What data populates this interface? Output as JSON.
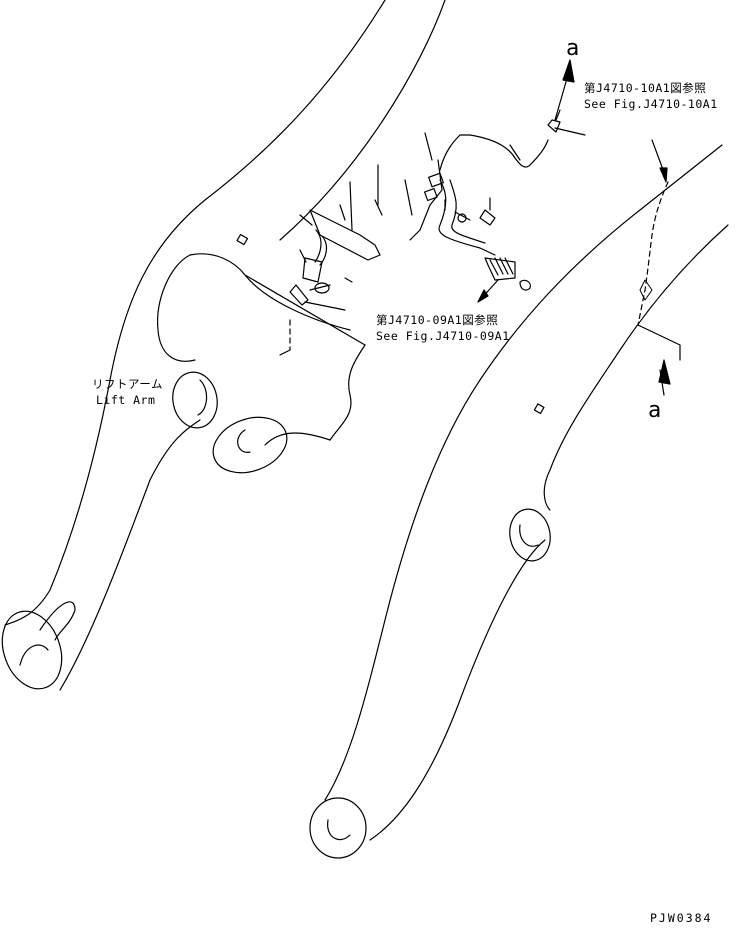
{
  "labels": {
    "arrow_a_top": "a",
    "arrow_a_right": "a",
    "ref_top_jp": "第J4710-10A1図参照",
    "ref_top_en": "See Fig.J4710-10A1",
    "ref_mid_jp": "第J4710-09A1図参照",
    "ref_mid_en": "See Fig.J4710-09A1",
    "lift_arm_jp": "リフトアーム",
    "lift_arm_en": "Lift Arm",
    "drawing_code": "PJW0384"
  }
}
